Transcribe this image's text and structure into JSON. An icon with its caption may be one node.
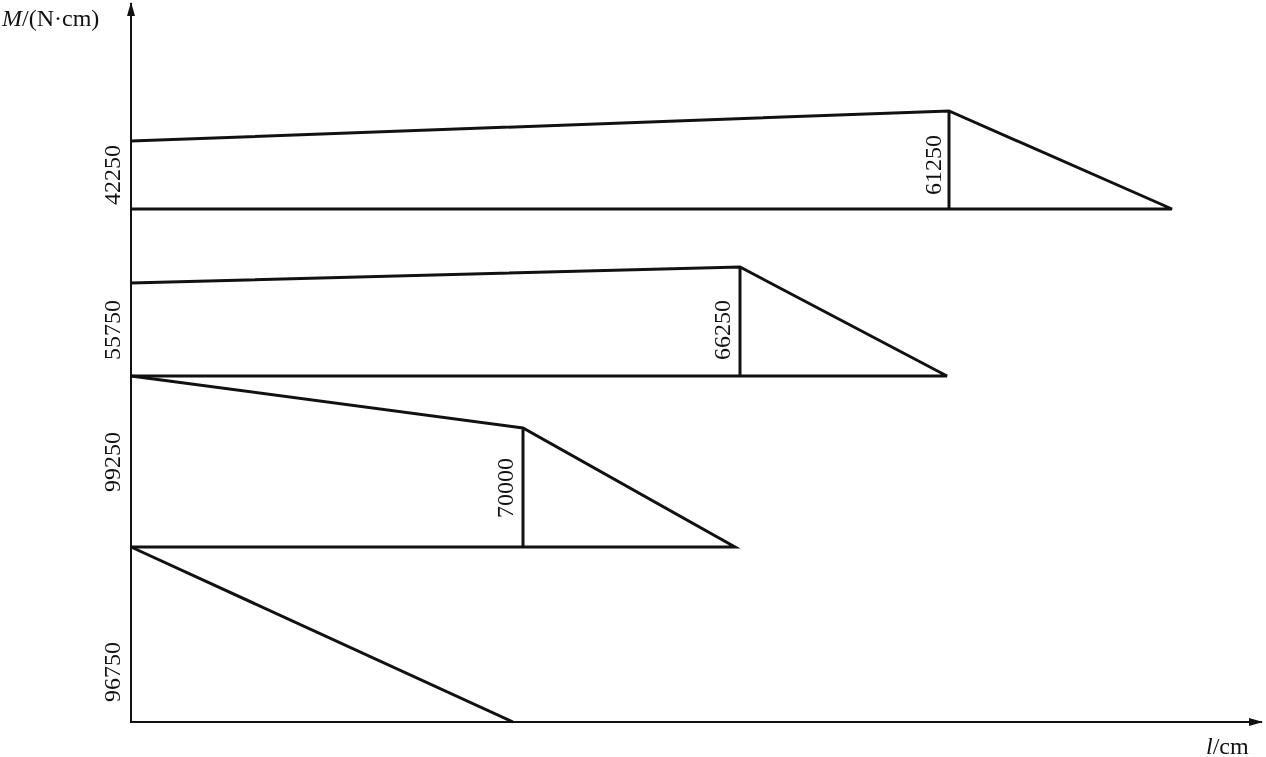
{
  "diagram": {
    "labels": [
      "*M*/(N·cm)",
      "42250",
      "61250",
      "55750",
      "66250",
      "99250",
      "70000",
      "96750",
      "*l*/cm"
    ]
  }
}
